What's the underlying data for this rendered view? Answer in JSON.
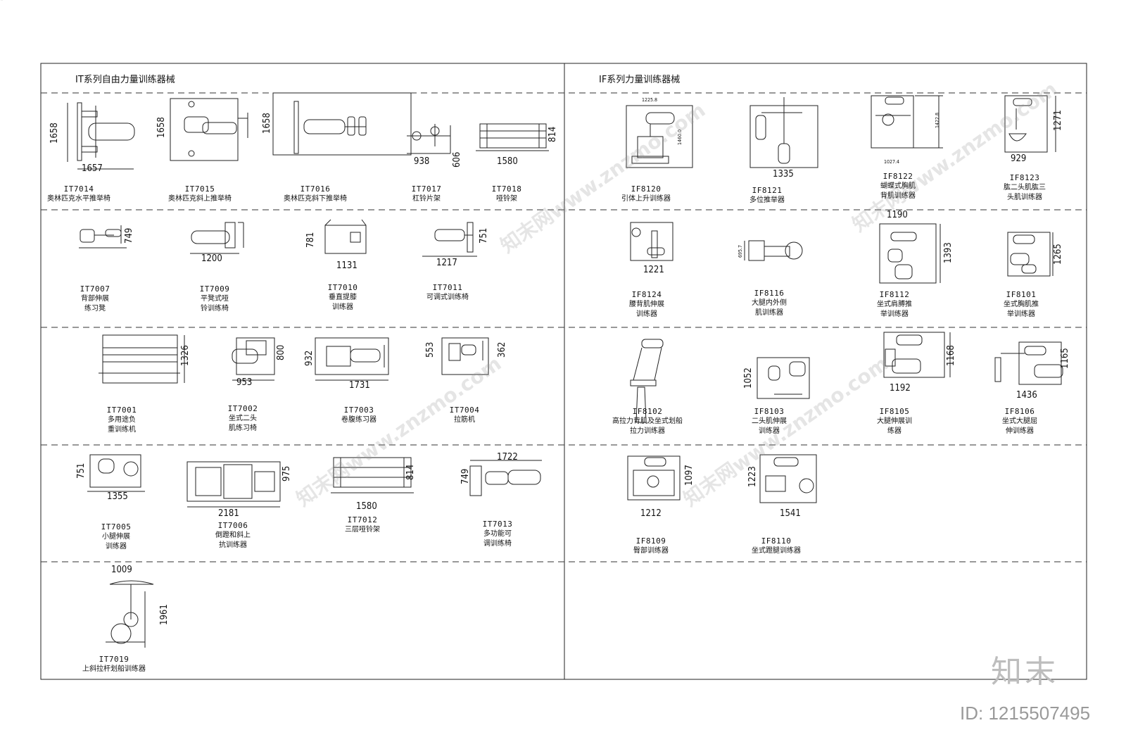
{
  "titles": {
    "it": "IT系列自由力量训练器械",
    "if": "IF系列力量训练器械"
  },
  "items": [
    {
      "key": "it7014",
      "code": "IT7014",
      "name": "奥林匹克水平推举椅",
      "dims": [
        "1658",
        "1657"
      ]
    },
    {
      "key": "it7015",
      "code": "IT7015",
      "name": "奥林匹克斜上推举椅",
      "dims": [
        "1658"
      ]
    },
    {
      "key": "it7016",
      "code": "IT7016",
      "name": "奥林匹克斜下推举椅",
      "dims": [
        "1658"
      ]
    },
    {
      "key": "it7017",
      "code": "IT7017",
      "name": "杠铃片架",
      "dims": [
        "938",
        "606"
      ]
    },
    {
      "key": "it7018",
      "code": "IT7018",
      "name": "哑铃架",
      "dims": [
        "1580",
        "814"
      ]
    },
    {
      "key": "if8120",
      "code": "IF8120",
      "name": "引体上升训练器",
      "dims": []
    },
    {
      "key": "if8121",
      "code": "IF8121",
      "name": "多位推举器",
      "dims": [
        "1335"
      ]
    },
    {
      "key": "if8122",
      "code": "IF8122",
      "name": "蝴蝶式胸肌\n背肌训练器",
      "dims": []
    },
    {
      "key": "if8123",
      "code": "IF8123",
      "name": "肱二头肌肱三\n头肌训练器",
      "dims": [
        "929",
        "1271"
      ]
    },
    {
      "key": "it7007",
      "code": "IT7007",
      "name": "背部伸展\n练习凳",
      "dims": [
        "749"
      ]
    },
    {
      "key": "it7009",
      "code": "IT7009",
      "name": "平凳式哑\n铃训练椅",
      "dims": [
        "1200"
      ]
    },
    {
      "key": "it7010",
      "code": "IT7010",
      "name": "垂直提膝\n训练器",
      "dims": [
        "781",
        "1131"
      ]
    },
    {
      "key": "it7011",
      "code": "IT7011",
      "name": "可调式训练椅",
      "dims": [
        "1217",
        "751"
      ]
    },
    {
      "key": "if8124",
      "code": "IF8124",
      "name": "腰背肌伸展\n训练器",
      "dims": [
        "1221"
      ]
    },
    {
      "key": "if8116",
      "code": "IF8116",
      "name": "大腿内外侧\n肌训练器",
      "dims": []
    },
    {
      "key": "if8112",
      "code": "IF8112",
      "name": "坐式肩膊推\n举训练器",
      "dims": [
        "1190",
        "1393"
      ]
    },
    {
      "key": "if8101",
      "code": "IF8101",
      "name": "坐式胸肌推\n举训练器",
      "dims": [
        "1265"
      ]
    },
    {
      "key": "it7001",
      "code": "IT7001",
      "name": "多用途负\n重训练机",
      "dims": [
        "1326"
      ]
    },
    {
      "key": "it7002",
      "code": "IT7002",
      "name": "坐式二头\n肌练习椅",
      "dims": [
        "800",
        "953"
      ]
    },
    {
      "key": "it7003",
      "code": "IT7003",
      "name": "卷腹练习器",
      "dims": [
        "932",
        "1731"
      ]
    },
    {
      "key": "it7004",
      "code": "IT7004",
      "name": "拉筋机",
      "dims": [
        "553",
        "362"
      ]
    },
    {
      "key": "if8102",
      "code": "IF8102",
      "name": "高拉力背肌及坐式划船\n拉力训练器",
      "dims": []
    },
    {
      "key": "if8103",
      "code": "IF8103",
      "name": "二头肌伸展\n训练器",
      "dims": [
        "1052"
      ]
    },
    {
      "key": "if8105",
      "code": "IF8105",
      "name": "大腿伸展训\n练器",
      "dims": [
        "1168",
        "1192"
      ]
    },
    {
      "key": "if8106",
      "code": "IF8106",
      "name": "坐式大腿屈\n伸训练器",
      "dims": [
        "1165",
        "1436"
      ]
    },
    {
      "key": "it7005",
      "code": "IT7005",
      "name": "小腿伸展\n训练器",
      "dims": [
        "751",
        "1355"
      ]
    },
    {
      "key": "it7006",
      "code": "IT7006",
      "name": "倒蹬和斜上\n抗训练器",
      "dims": [
        "975",
        "2181"
      ]
    },
    {
      "key": "it7012",
      "code": "IT7012",
      "name": "三层哑铃架",
      "dims": [
        "814",
        "1580"
      ]
    },
    {
      "key": "it7013",
      "code": "IT7013",
      "name": "多功能可\n调训练椅",
      "dims": [
        "1722",
        "749"
      ]
    },
    {
      "key": "if8109",
      "code": "IF8109",
      "name": "臀部训练器",
      "dims": [
        "1097",
        "1212"
      ]
    },
    {
      "key": "if8110",
      "code": "IF8110",
      "name": "坐式蹬腿训练器",
      "dims": [
        "1223",
        "1541"
      ]
    },
    {
      "key": "it7019",
      "code": "IT7019",
      "name": "上斜拉杆划船训练器",
      "dims": [
        "1009",
        "1961"
      ]
    }
  ],
  "small_dims": {
    "if8120_w": "1225.8",
    "if8120_h": "1460.0",
    "if8122_h": "1422.8",
    "if8122_w": "1027.4",
    "if8116_h": "695.7"
  },
  "watermark": {
    "text": "知末网www.znzmo.com",
    "brand": "知末",
    "id": "ID: 1215507495"
  }
}
